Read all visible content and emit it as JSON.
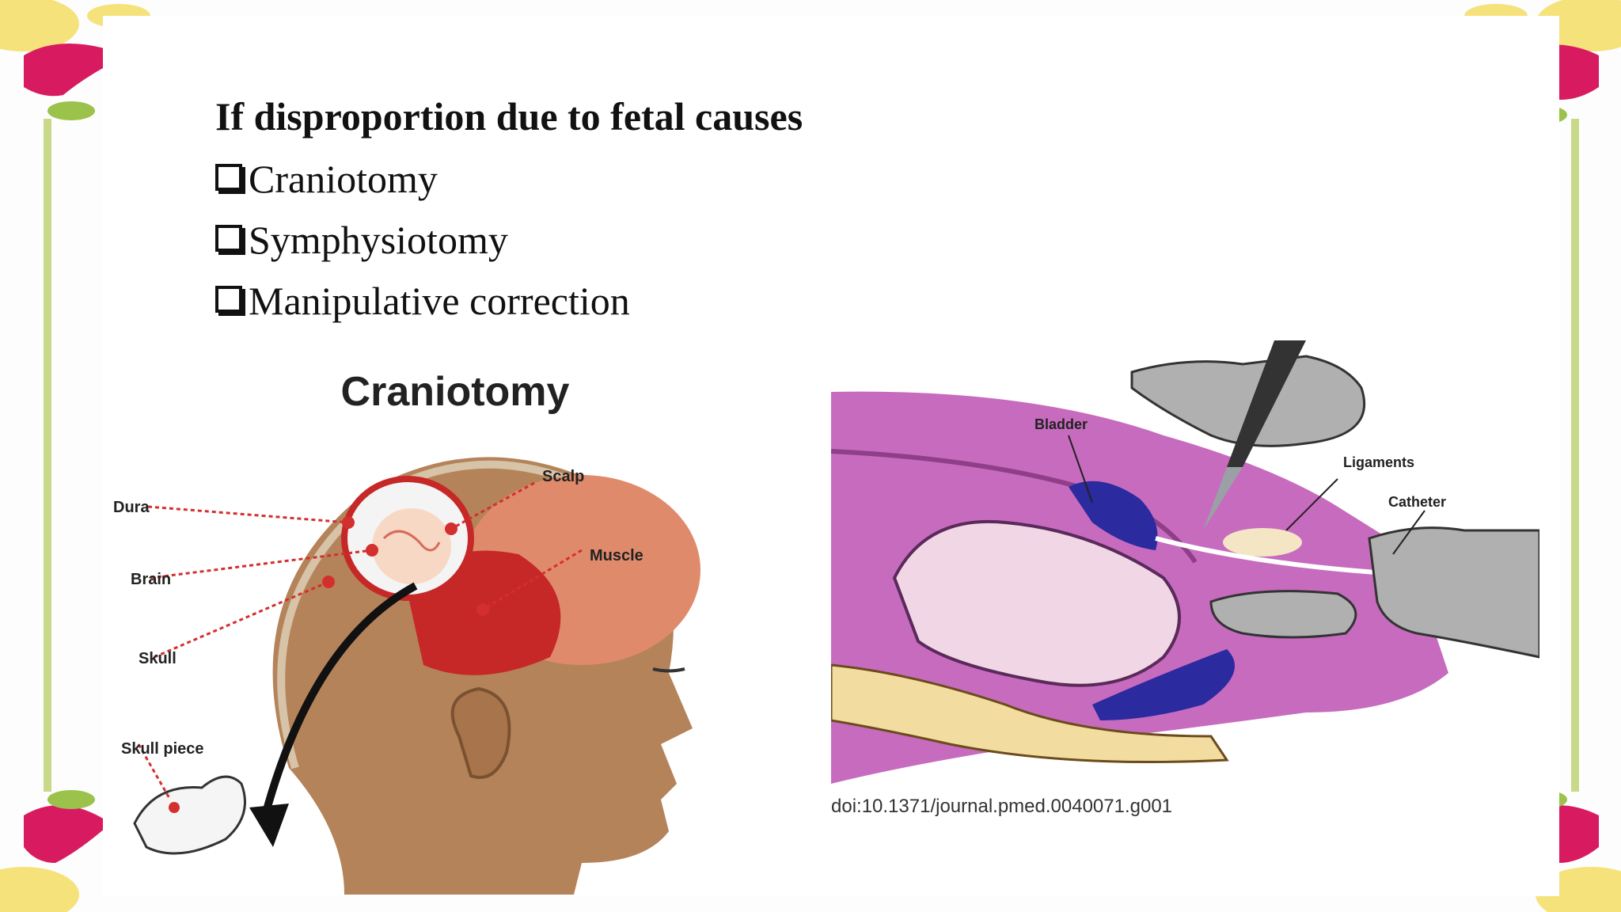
{
  "slide": {
    "heading": "If disproportion due to fetal causes",
    "bullets": [
      {
        "label": "Craniotomy"
      },
      {
        "label": "Symphysiotomy"
      },
      {
        "label": "Manipulative correction"
      }
    ],
    "bullet_icon": "checkbox-square-icon"
  },
  "figure_craniotomy": {
    "title": "Craniotomy",
    "labels": {
      "dura": "Dura",
      "brain": "Brain",
      "skull": "Skull",
      "skull_piece": "Skull piece",
      "scalp": "Scalp",
      "muscle": "Muscle"
    }
  },
  "figure_symphysiotomy": {
    "labels": {
      "bladder": "Bladder",
      "ligaments": "Ligaments",
      "catheter": "Catheter"
    },
    "doi": "doi:10.1371/journal.pmed.0040071.g001"
  },
  "colors": {
    "heading": "#111111",
    "skin": "#b5835a",
    "scalp": "#e08a6c",
    "muscle": "#c62828",
    "label_dot": "#d32f2f",
    "uterus_pink": "#c76bbf",
    "bladder_blue": "#2b2a9e",
    "glove_gray": "#b0b0b0"
  }
}
